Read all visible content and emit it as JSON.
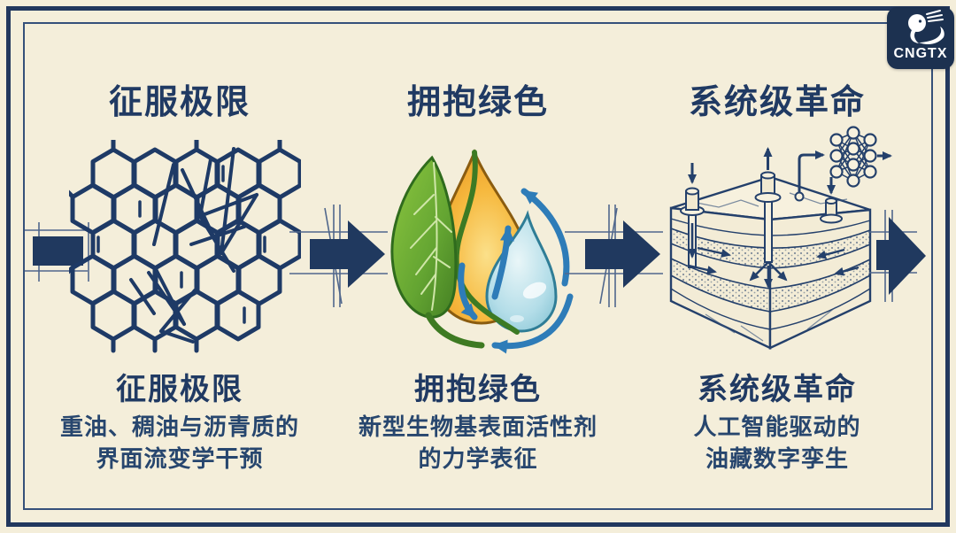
{
  "page": {
    "background_color": "#f4eeda",
    "frame_color": "#22385e",
    "accent_navy": "#20395f",
    "arrow_blue": "#2e7cb8",
    "leaf_green": "#5f9e33",
    "drop_orange": "#f0a12c",
    "drop_blue": "#a7d6e2"
  },
  "logo": {
    "text": "CNGTX",
    "icon": "lion-icon",
    "background": "#1c3150",
    "foreground": "#ffffff"
  },
  "icons": {
    "panel1": "molecular-network",
    "panel2": "leaf-and-water-droplet",
    "panel3": "reservoir-block-with-neural-network",
    "transition": "right-arrow-blueprint"
  },
  "columns": [
    {
      "id": "conquer-limits",
      "top_title": "征服极限",
      "bottom_title": "征服极限",
      "description_lines": [
        "重油、稠油与沥青质的",
        "界面流变学干预"
      ]
    },
    {
      "id": "embrace-green",
      "top_title": "拥抱绿色",
      "bottom_title": "拥抱绿色",
      "description_lines": [
        "新型生物基表面活性剂",
        "的力学表征"
      ]
    },
    {
      "id": "system-level-revolution",
      "top_title": "系统级革命",
      "bottom_title": "系统级革命",
      "description_lines": [
        "人工智能驱动的",
        "油藏数字孪生"
      ]
    }
  ]
}
